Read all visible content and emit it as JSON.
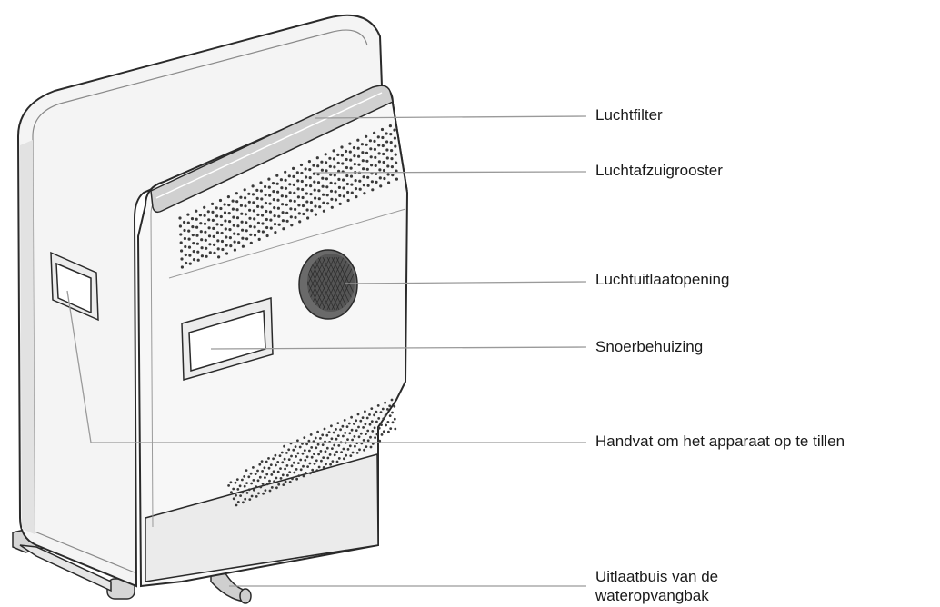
{
  "figure": {
    "subject": "dehumidifier-appliance",
    "colors": {
      "outline": "#2a2a2a",
      "body": "#f4f4f4",
      "shade": "#e2e2e2",
      "grille": "#3a3a3a",
      "leader": "#9a9a9a",
      "text": "#1a1a1a"
    }
  },
  "labels": [
    {
      "id": "air-filter",
      "text": "Luchtfilter"
    },
    {
      "id": "air-intake-grille",
      "text": "Luchtafzuigrooster"
    },
    {
      "id": "air-outlet-opening",
      "text": "Luchtuitlaatopening"
    },
    {
      "id": "cord-housing",
      "text": "Snoerbehuizing"
    },
    {
      "id": "carry-handle",
      "text": "Handvat om het apparaat op te tillen"
    },
    {
      "id": "drain-tube",
      "line1": "Uitlaatbuis van de",
      "line2": "wateropvangbak"
    }
  ]
}
